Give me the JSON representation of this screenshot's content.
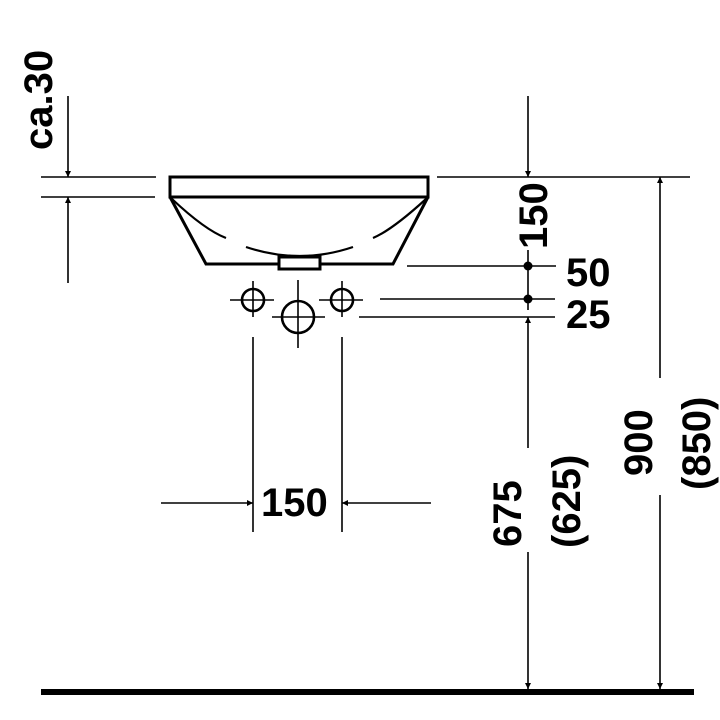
{
  "diagram": {
    "type": "technical-drawing",
    "subject": "washbasin installation dimensions",
    "colors": {
      "line": "#000000",
      "background": "#ffffff"
    },
    "dimensions": {
      "rim_thickness": "ca.30",
      "basin_height": "150",
      "waste_offset": "50",
      "supply_offset": "25",
      "supply_spacing": "150",
      "supply_height": "675",
      "supply_height_alt": "(625)",
      "rim_height": "900",
      "rim_height_alt": "(850)"
    }
  }
}
